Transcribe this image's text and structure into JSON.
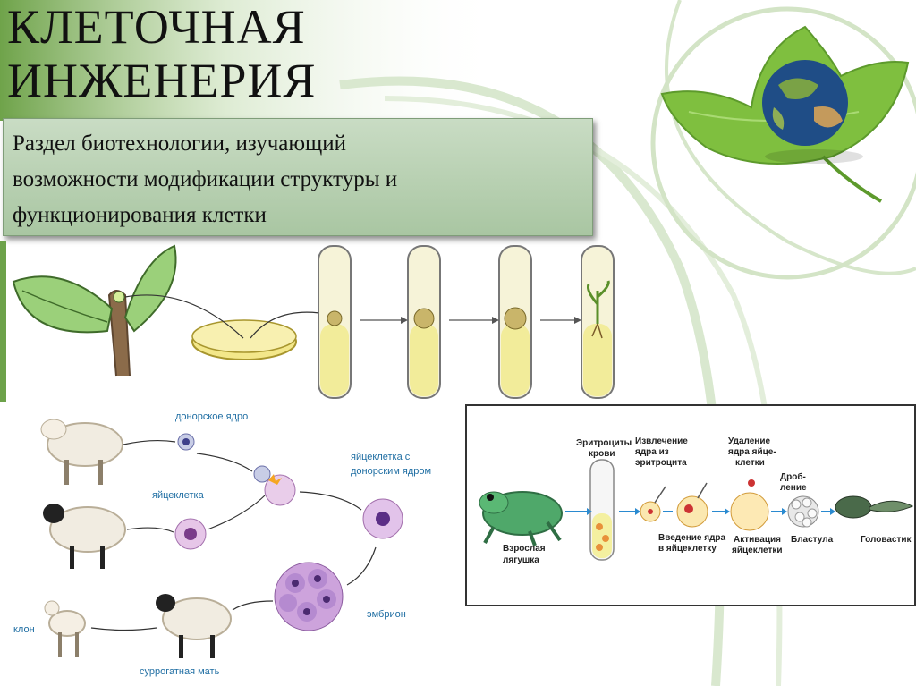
{
  "title": {
    "line1": "КЛЕТОЧНАЯ",
    "line2": "ИНЖЕНЕРИЯ"
  },
  "definition": {
    "line1": "Раздел биотехнологии, изучающий",
    "line2": "возможности модификации структуры и",
    "line3": "функционирования клетки"
  },
  "cloning": {
    "donor_nucleus": "донорское ядро",
    "egg_cell": "яйцеклетка",
    "egg_with_nucleus_1": "яйцеклетка с",
    "egg_with_nucleus_2": "донорским ядром",
    "embryo": "эмбрион",
    "clone": "клон",
    "surrogate": "суррогатная мать"
  },
  "frog": {
    "erythrocytes_1": "Эритроциты",
    "erythrocytes_2": "крови",
    "extraction_1": "Извлечение",
    "extraction_2": "ядра из",
    "extraction_3": "эритроцита",
    "removal_1": "Удаление",
    "removal_2": "ядра яйце-",
    "removal_3": "клетки",
    "division_1": "Дроб-",
    "division_2": "ление",
    "adult_1": "Взрослая",
    "adult_2": "лягушка",
    "intro_1": "Введение",
    "intro_2": "ядра",
    "intro_3": "в яйцеклетку",
    "activation_1": "Активация",
    "activation_2": "яйцеклетки",
    "blastula": "Бластула",
    "tadpole": "Головастик"
  },
  "colors": {
    "accent_green": "#6da24a",
    "box_green": "#b5cfae",
    "medium_yellow": "#f4f0a0"
  }
}
